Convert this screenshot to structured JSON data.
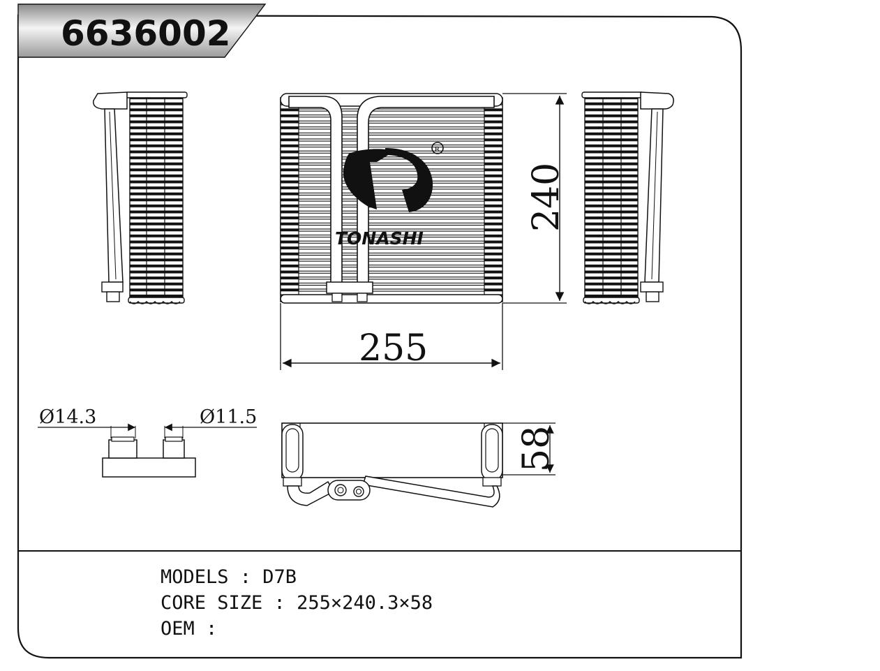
{
  "part_number": "6636002",
  "brand_logo": {
    "name": "tonashi-logo",
    "text": "TONASHI"
  },
  "dimensions": {
    "width": "255",
    "height": "240",
    "depth": "58",
    "inlet_diameter": "Ø14.3",
    "outlet_diameter": "Ø11.5"
  },
  "info": {
    "models": "MODELS : D7B",
    "core_size": "CORE SIZE : 255×240.3×58",
    "oem": "OEM :"
  }
}
